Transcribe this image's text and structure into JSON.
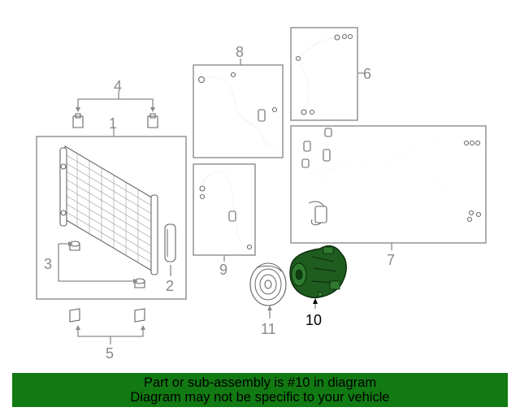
{
  "callouts": {
    "c1": "1",
    "c2": "2",
    "c3": "3",
    "c4": "4",
    "c5": "5",
    "c6": "6",
    "c7": "7",
    "c8": "8",
    "c9": "9",
    "c10": "10",
    "c11": "11"
  },
  "colors": {
    "banner_bg": "#127a12",
    "highlight_part": "#1f5c1f",
    "line_gray": "#9a9a9a"
  },
  "banner": {
    "line1": "Part or sub-assembly is #10 in diagram",
    "line2": "Diagram may not be specific to your vehicle"
  }
}
